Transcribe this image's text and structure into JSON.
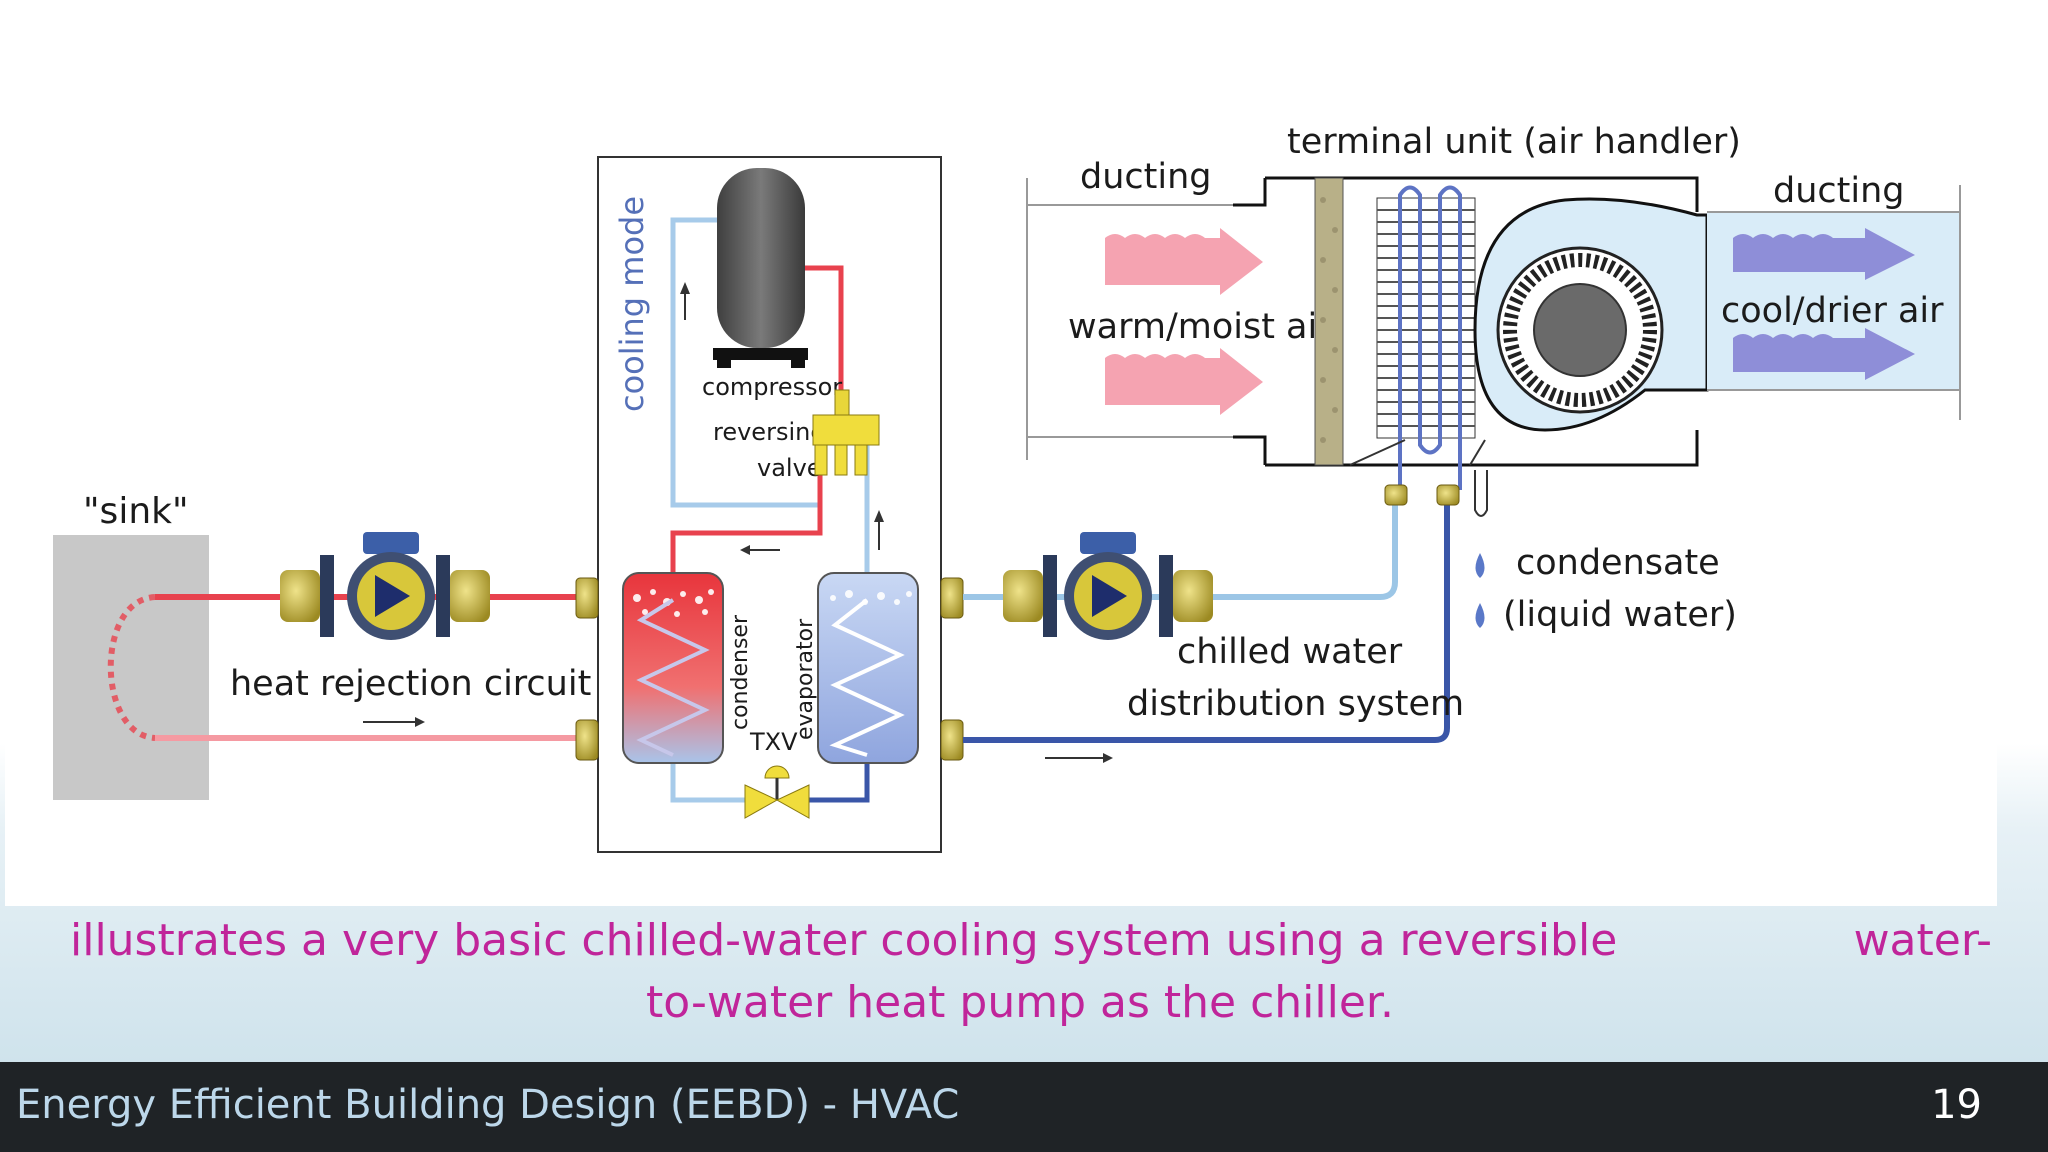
{
  "diagram": {
    "labels": {
      "sink": "\"sink\"",
      "heat_rejection": "heat rejection circuit",
      "cooling_mode": "cooling mode",
      "compressor": "compressor",
      "reversing": "reversing",
      "valve": "valve",
      "condenser": "condenser",
      "evaporator": "evaporator",
      "txv": "TXV",
      "chilled_water": "chilled water",
      "distribution": "distribution system",
      "ducting_left": "ducting",
      "ducting_right": "ducting",
      "terminal_unit": "terminal unit (air handler)",
      "warm_air": "warm/moist air",
      "cool_air": "cool/drier air",
      "condensate": "condensate",
      "liquid_water": "(liquid water)"
    },
    "colors": {
      "hot_pipe": "#e8424e",
      "cold_pipe": "#3a56a8",
      "chilled_supply": "#9cc6e6",
      "refrigerant_blue": "#8fbde0",
      "warm_air": "#f5a3b1",
      "cool_air": "#8e8ed8",
      "brass": "#c7b23a"
    }
  },
  "caption": {
    "line1_a": "illustrates a very basic chilled-water cooling system using a reversible",
    "line1_b": "water-",
    "line2": "to-water heat pump as the chiller."
  },
  "footer": {
    "title": "Energy Efficient Building Design (EEBD)  - HVAC",
    "page_number": "19"
  }
}
